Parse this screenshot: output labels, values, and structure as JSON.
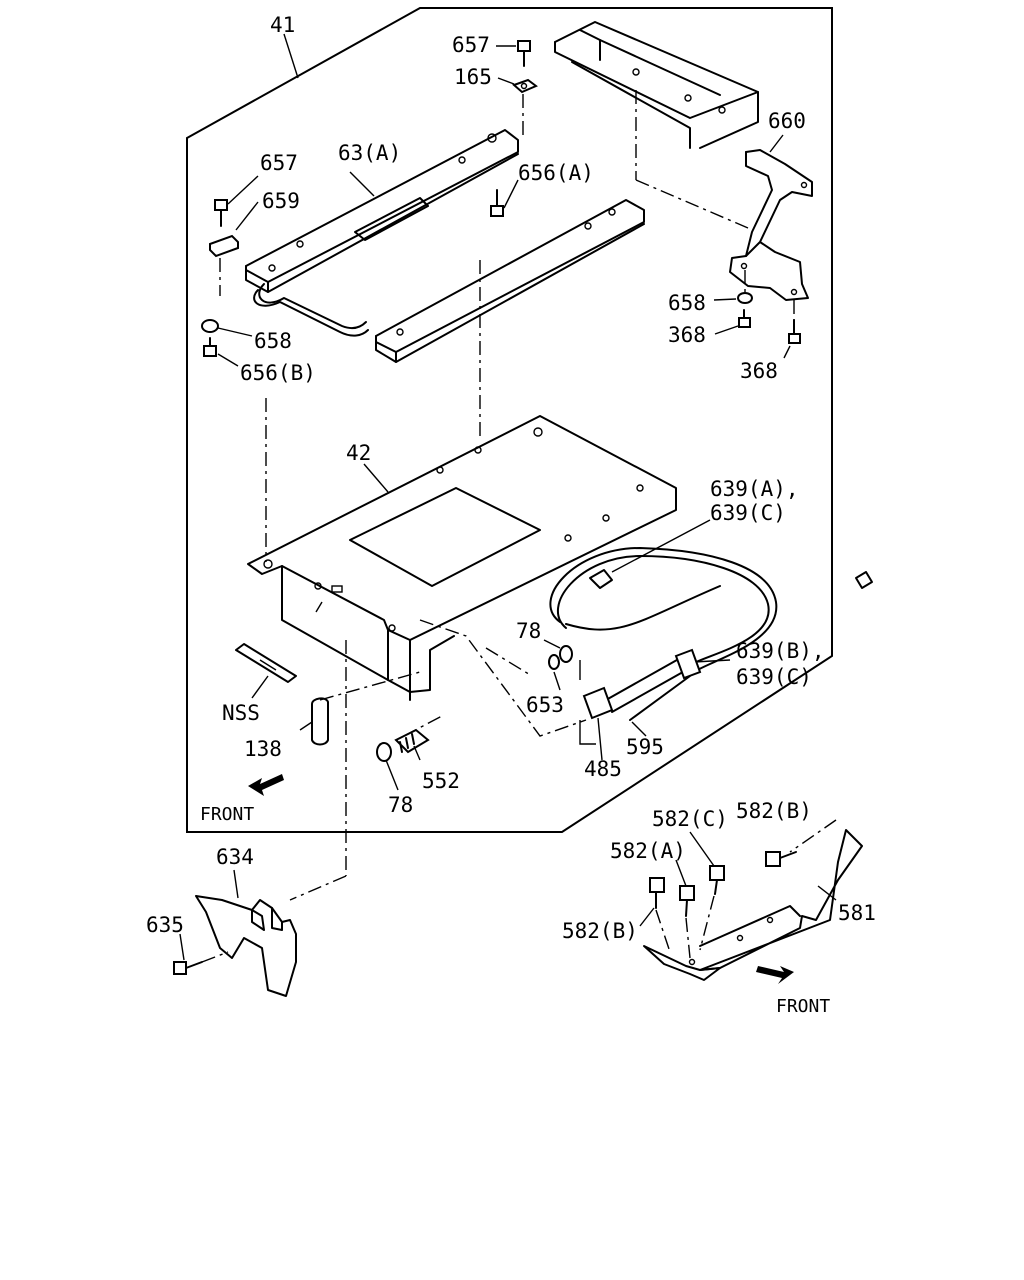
{
  "labels": {
    "l41": "41",
    "l657a": "657",
    "l165": "165",
    "l660": "660",
    "l657b": "657",
    "l63a": "63(A)",
    "l656a": "656(A)",
    "l659": "659",
    "l658a": "658",
    "l368a": "368",
    "l368b": "368",
    "l658b": "658",
    "l656b": "656(B)",
    "l42": "42",
    "l639a": "639(A),",
    "l639c1": "639(C)",
    "l78a": "78",
    "l639b": "639(B),",
    "l639c2": "639(C)",
    "l653": "653",
    "lnss": "NSS",
    "l595": "595",
    "l138": "138",
    "l485": "485",
    "l552": "552",
    "l78b": "78",
    "lfront1": "FRONT",
    "l582c": "582(C)",
    "l582b1": "582(B)",
    "l634": "634",
    "l582a": "582(A)",
    "l635": "635",
    "l581": "581",
    "l582b2": "582(B)",
    "lfront2": "FRONT"
  }
}
